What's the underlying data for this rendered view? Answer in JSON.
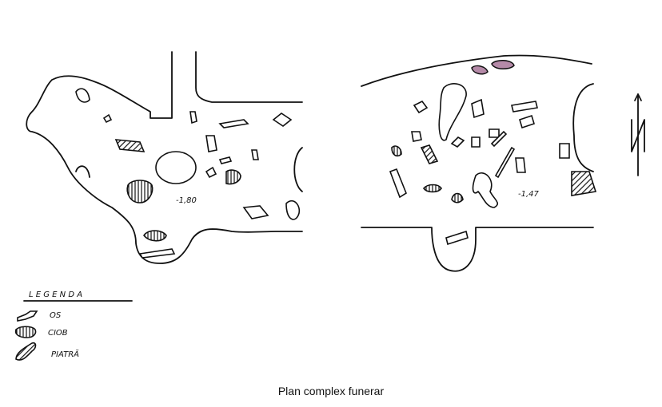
{
  "drawing": {
    "left_depth_label": "-1,80",
    "right_depth_label": "-1,47",
    "north_arrow_label": "N",
    "legend": {
      "title": "L E G E N D A",
      "items": [
        {
          "icon": "bone-icon",
          "label": "OS"
        },
        {
          "icon": "sherd-icon",
          "label": "CIOB"
        },
        {
          "icon": "stone-icon",
          "label": "PIATRĂ"
        }
      ]
    },
    "highlight_color": "#b58aa8"
  },
  "caption": "Plan complex funerar"
}
